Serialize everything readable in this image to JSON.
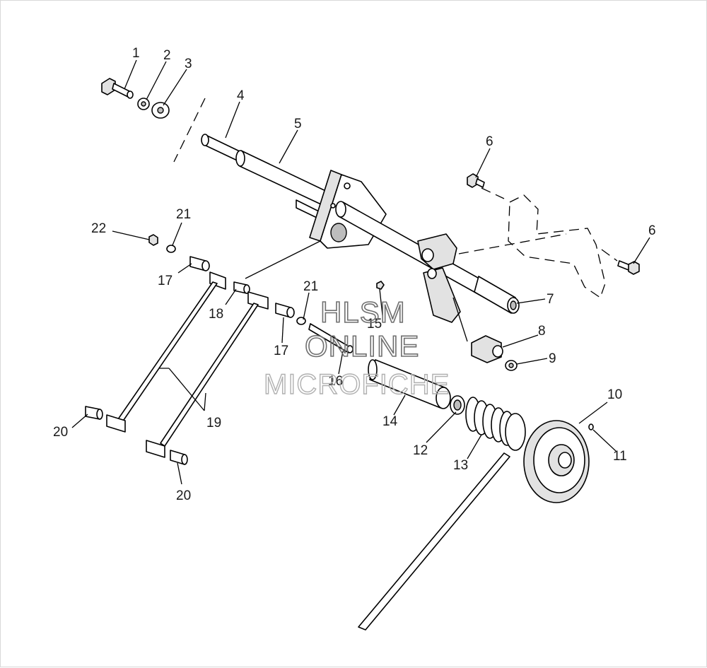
{
  "labels": [
    {
      "id": "1",
      "text": "1"
    },
    {
      "id": "2",
      "text": "2"
    },
    {
      "id": "3",
      "text": "3"
    },
    {
      "id": "4",
      "text": "4"
    },
    {
      "id": "5",
      "text": "5"
    },
    {
      "id": "6a",
      "text": "6"
    },
    {
      "id": "6b",
      "text": "6"
    },
    {
      "id": "7",
      "text": "7"
    },
    {
      "id": "8",
      "text": "8"
    },
    {
      "id": "9",
      "text": "9"
    },
    {
      "id": "10",
      "text": "10"
    },
    {
      "id": "11",
      "text": "11"
    },
    {
      "id": "12",
      "text": "12"
    },
    {
      "id": "13",
      "text": "13"
    },
    {
      "id": "14",
      "text": "14"
    },
    {
      "id": "15",
      "text": "15"
    },
    {
      "id": "16",
      "text": "16"
    },
    {
      "id": "17a",
      "text": "17"
    },
    {
      "id": "17b",
      "text": "17"
    },
    {
      "id": "18",
      "text": "18"
    },
    {
      "id": "19",
      "text": "19"
    },
    {
      "id": "20a",
      "text": "20"
    },
    {
      "id": "20b",
      "text": "20"
    },
    {
      "id": "21a",
      "text": "21"
    },
    {
      "id": "21b",
      "text": "21"
    },
    {
      "id": "22",
      "text": "22"
    }
  ],
  "watermark": {
    "line1": "HLSM",
    "line2": "ONLINE",
    "line3": "MICROFICHE"
  }
}
